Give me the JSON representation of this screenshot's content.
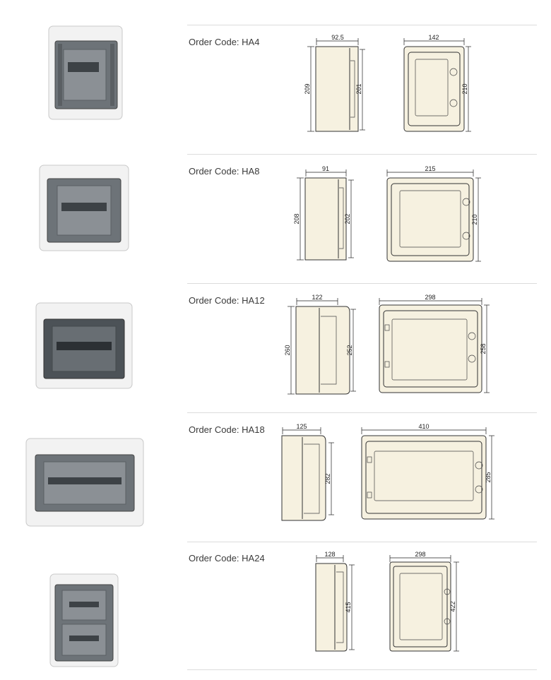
{
  "products": [
    {
      "code_label": "Order Code:",
      "code": "HA4",
      "side": {
        "width": "92.5",
        "height_outer": "209",
        "height_inner": "201"
      },
      "front": {
        "width": "142",
        "height": "210"
      }
    },
    {
      "code_label": "Order Code:",
      "code": "HA8",
      "side": {
        "width": "91",
        "height_outer": "208",
        "height_inner": "202"
      },
      "front": {
        "width": "215",
        "height": "210"
      }
    },
    {
      "code_label": "Order Code:",
      "code": "HA12",
      "side": {
        "width": "122",
        "height_outer": "260",
        "height_inner": "252"
      },
      "front": {
        "width": "298",
        "height": "258"
      }
    },
    {
      "code_label": "Order Code:",
      "code": "HA18",
      "side": {
        "width": "125",
        "height_inner": "282"
      },
      "front": {
        "width": "410",
        "height": "285"
      }
    },
    {
      "code_label": "Order Code:",
      "code": "HA24",
      "side": {
        "width": "128",
        "height_inner": "415"
      },
      "front": {
        "width": "298",
        "height": "422"
      }
    }
  ]
}
